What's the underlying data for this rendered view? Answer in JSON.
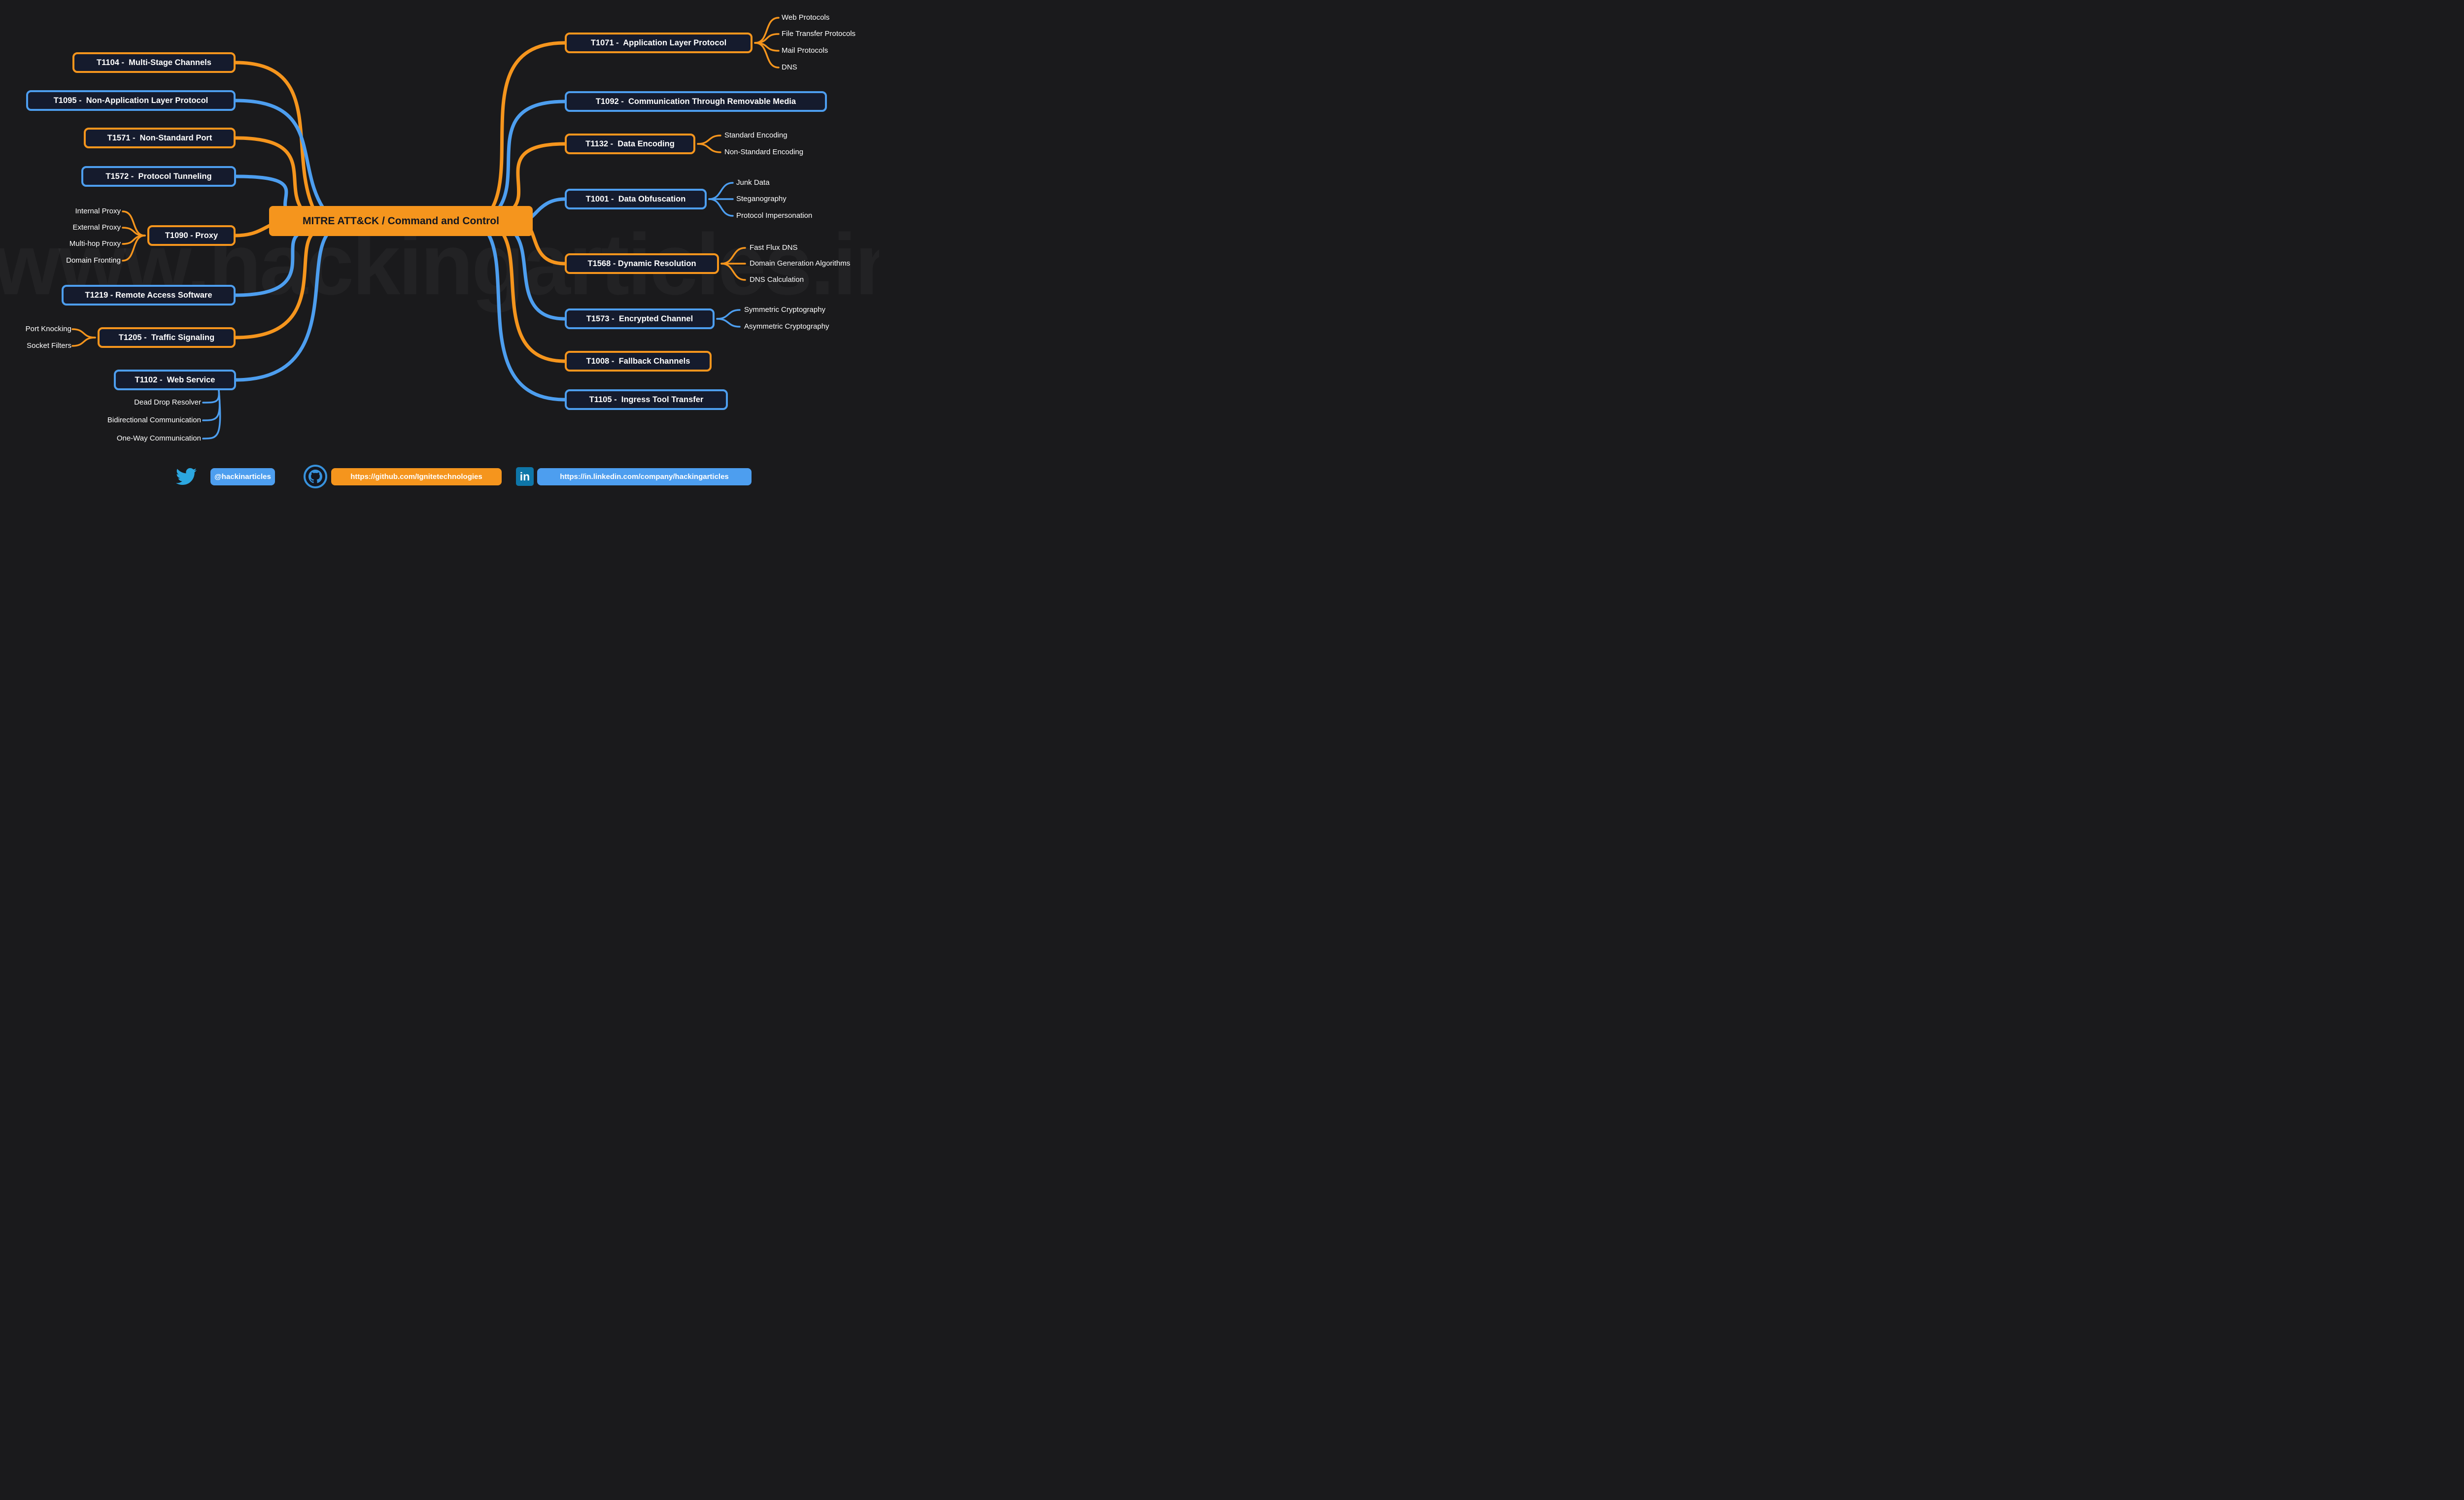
{
  "watermark": "www.hackingarticles.in",
  "map": {
    "center": "MITRE ATT&CK / Command and Control",
    "left": [
      {
        "label": "T1104 -  Multi-Stage Channels"
      },
      {
        "label": "T1095 -  Non-Application Layer Protocol"
      },
      {
        "label": "T1571 -  Non-Standard Port"
      },
      {
        "label": "T1572 -  Protocol Tunneling"
      },
      {
        "label": "T1090 - Proxy",
        "children": [
          "Internal Proxy",
          "External Proxy",
          "Multi-hop Proxy",
          "Domain Fronting"
        ]
      },
      {
        "label": "T1219 - Remote Access Software"
      },
      {
        "label": "T1205 -  Traffic Signaling",
        "children": [
          "Port Knocking",
          "Socket Filters"
        ]
      },
      {
        "label": "T1102 -  Web Service",
        "children": [
          "Dead Drop Resolver",
          "Bidirectional Communication",
          "One-Way Communication"
        ]
      }
    ],
    "right": [
      {
        "label": "T1071 -  Application Layer Protocol",
        "children": [
          "Web Protocols",
          "File Transfer Protocols",
          "Mail Protocols",
          "DNS"
        ]
      },
      {
        "label": "T1092 -  Communication Through Removable Media"
      },
      {
        "label": "T1132 -  Data Encoding",
        "children": [
          "Standard Encoding",
          "Non-Standard Encoding"
        ]
      },
      {
        "label": "T1001 -  Data Obfuscation",
        "children": [
          "Junk Data",
          "Steganography",
          "Protocol Impersonation"
        ]
      },
      {
        "label": "T1568 - Dynamic Resolution",
        "children": [
          "Fast Flux DNS",
          "Domain Generation Algorithms",
          "DNS Calculation"
        ]
      },
      {
        "label": "T1573 -  Encrypted Channel",
        "children": [
          "Symmetric Cryptography",
          "Asymmetric Cryptography"
        ]
      },
      {
        "label": "T1008 -  Fallback Channels"
      },
      {
        "label": "T1105 -  Ingress Tool Transfer"
      }
    ]
  },
  "footer": {
    "twitter_handle": "@hackinarticles",
    "github_url": "https://github.com/Ignitetechnologies",
    "linkedin_url": "https://in.linkedin.com/company/hackingarticles",
    "linkedin_icon_text": "in"
  },
  "colors": {
    "background": "#1A1A1C",
    "box_fill": "#151B2D",
    "orange": "#F5951D",
    "blue": "#4D9EEF",
    "center_fill": "#F5951D",
    "center_text": "#13161F",
    "text": "#FFFFFF"
  }
}
